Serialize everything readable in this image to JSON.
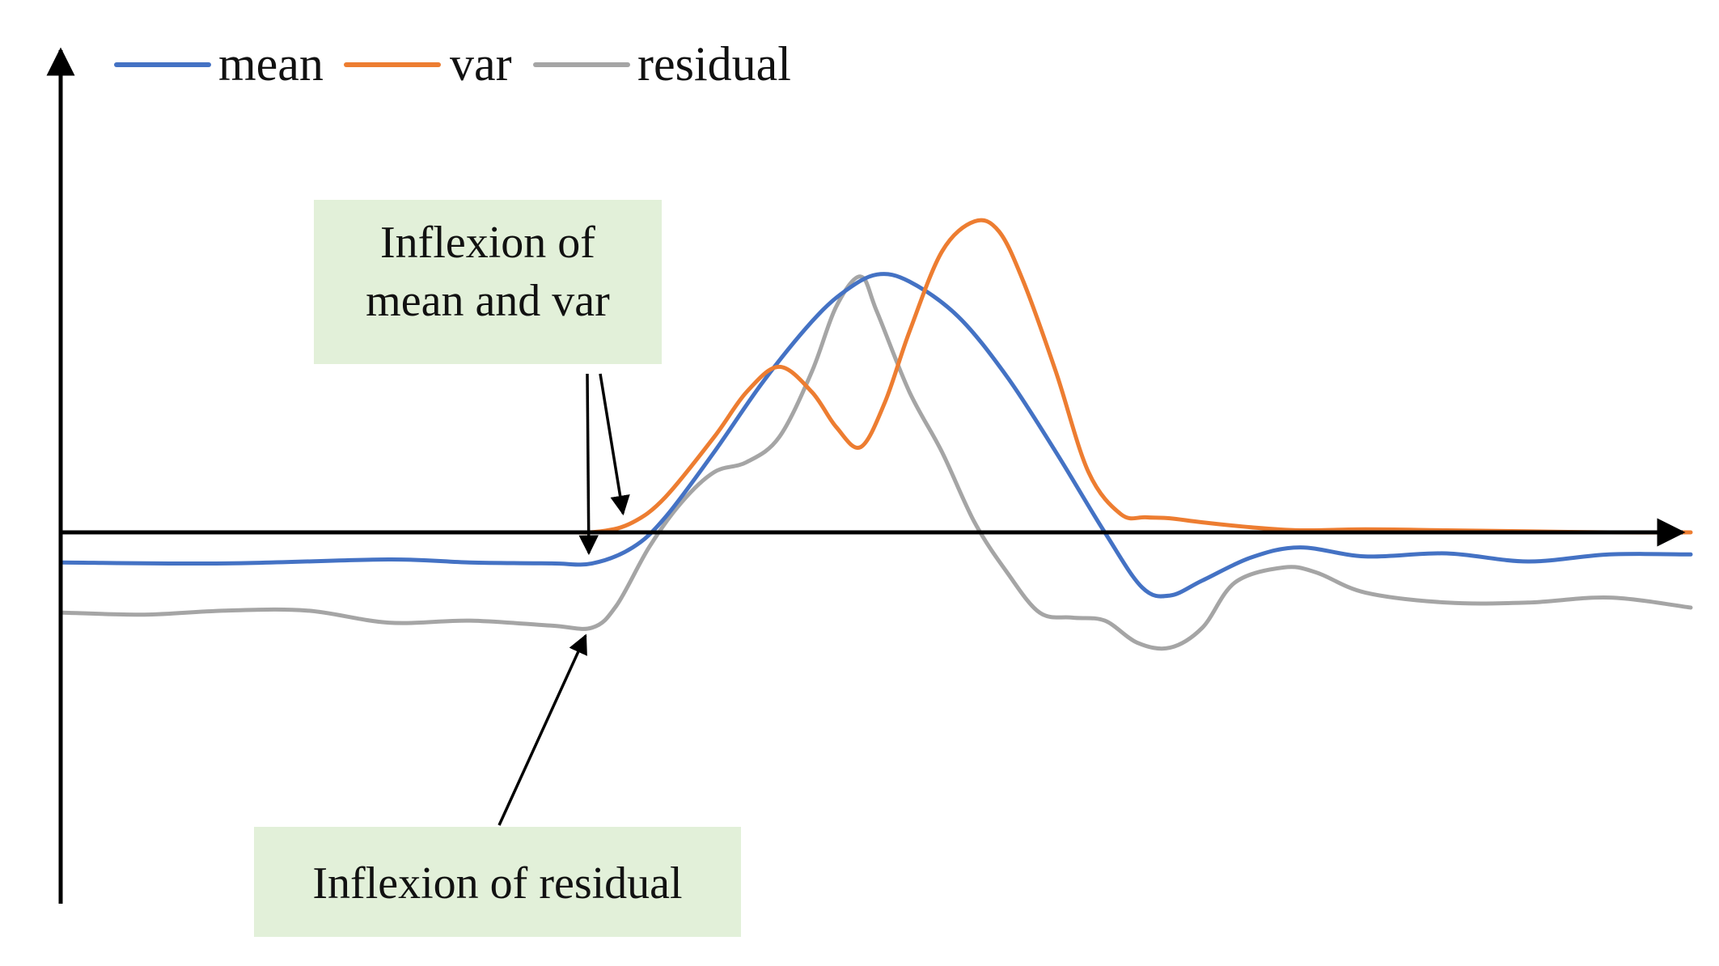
{
  "chart_data": {
    "type": "line",
    "title": "",
    "xlabel": "",
    "ylabel": "",
    "xlim": [
      0,
      100
    ],
    "ylim": [
      -16,
      31
    ],
    "grid": false,
    "legend": {
      "placement": "top-left",
      "orientation": "horizontal"
    },
    "series": [
      {
        "name": "mean",
        "color": "#4472C4",
        "x": [
          0,
          10,
          20,
          25,
          30,
          32.5,
          35,
          37,
          40,
          43,
          46,
          48,
          50,
          52,
          55,
          58,
          61,
          64,
          66.3,
          68,
          70,
          73,
          76,
          80,
          85,
          90,
          95,
          100
        ],
        "y": [
          -3.0,
          -3.1,
          -2.7,
          -3.0,
          -3.1,
          -3.1,
          -1.5,
          1.5,
          8.0,
          15.0,
          21.0,
          24.0,
          25.7,
          25.0,
          21.5,
          15.5,
          8.0,
          0.0,
          -5.5,
          -6.3,
          -4.8,
          -2.5,
          -1.5,
          -2.4,
          -2.1,
          -2.9,
          -2.2,
          -2.2
        ]
      },
      {
        "name": "var",
        "color": "#ED7D31",
        "x": [
          0,
          10,
          20,
          30,
          33,
          35,
          37,
          40,
          42,
          44,
          46,
          47.5,
          49,
          50.5,
          52,
          54,
          56,
          57.5,
          59,
          61,
          63,
          65,
          66.5,
          68,
          70,
          73,
          76,
          80,
          85,
          90,
          95,
          100
        ],
        "y": [
          0,
          0,
          0,
          0,
          0.1,
          1.0,
          3.5,
          9.5,
          14.0,
          16.5,
          14.0,
          10.5,
          8.5,
          13.0,
          20.0,
          28.0,
          31.0,
          30.0,
          25.0,
          16.0,
          6.0,
          1.8,
          1.5,
          1.4,
          1.0,
          0.5,
          0.2,
          0.3,
          0.2,
          0.1,
          0,
          0
        ]
      },
      {
        "name": "residual",
        "color": "#A5A5A5",
        "x": [
          0,
          5,
          10,
          15,
          20,
          25,
          30,
          32.5,
          34,
          36,
          38,
          40,
          42,
          44,
          46,
          47.5,
          49,
          50,
          52,
          54,
          56,
          58,
          60,
          62,
          64,
          66,
          68,
          70,
          72,
          75,
          77,
          80,
          85,
          90,
          95,
          100
        ],
        "y": [
          -8.0,
          -8.2,
          -7.8,
          -7.8,
          -9.0,
          -8.8,
          -9.3,
          -9.5,
          -7.3,
          -1.5,
          3.0,
          6.0,
          7.0,
          9.5,
          16.0,
          22.5,
          25.5,
          22.0,
          14.0,
          8.0,
          1.0,
          -4.0,
          -8.0,
          -8.5,
          -8.8,
          -11.0,
          -11.5,
          -9.5,
          -5.0,
          -3.5,
          -4.0,
          -6.0,
          -7.0,
          -7.0,
          -6.5,
          -7.5
        ]
      }
    ],
    "annotations": [
      {
        "text_lines": [
          "Inflexion of",
          "mean and var"
        ],
        "targets": [
          {
            "series": "var",
            "x": 34.8
          },
          {
            "series": "mean",
            "x": 32.6
          }
        ]
      },
      {
        "text_lines": [
          "Inflexion of residual"
        ],
        "targets": [
          {
            "series": "residual",
            "x": 32.4
          }
        ]
      }
    ]
  }
}
